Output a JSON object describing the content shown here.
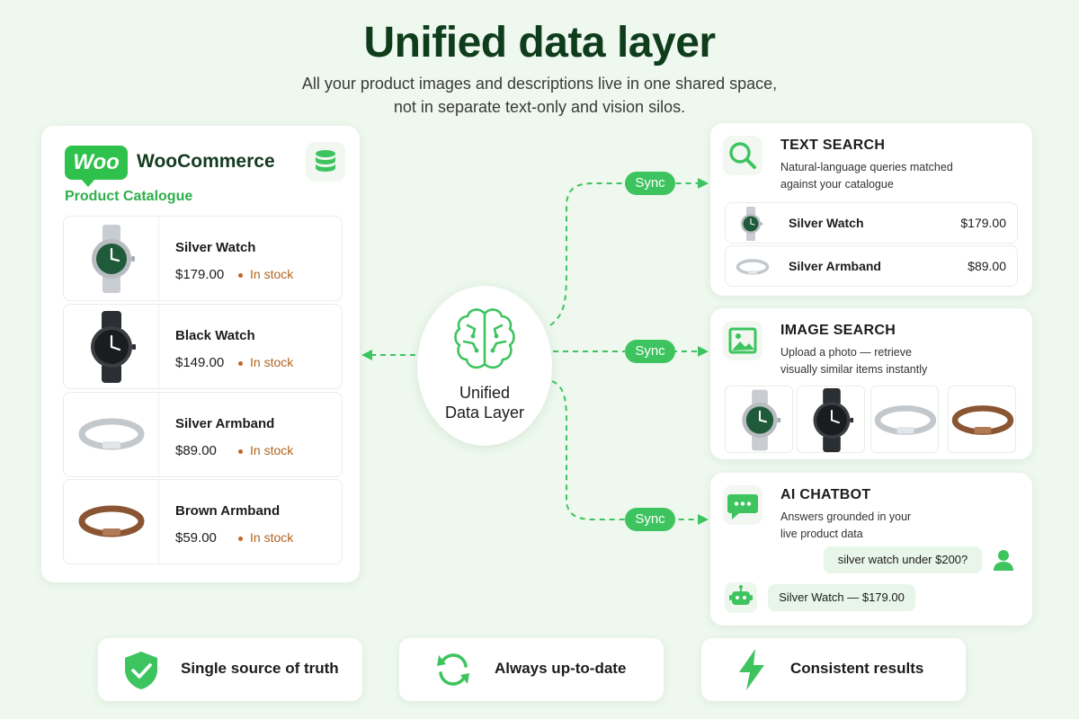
{
  "header": {
    "title": "Unified data layer",
    "subtitle_line1": "All your product images and descriptions live in one shared space,",
    "subtitle_line2": "not in separate text-only and vision silos."
  },
  "catalog": {
    "logo_text": "Woo",
    "brand": "WooCommerce",
    "section_label": "Product Catalogue",
    "products": [
      {
        "name": "Silver Watch",
        "price": "$179.00",
        "stock": "In stock",
        "image_icon": "silver-watch-icon"
      },
      {
        "name": "Black Watch",
        "price": "$149.00",
        "stock": "In stock",
        "image_icon": "black-watch-icon"
      },
      {
        "name": "Silver Armband",
        "price": "$89.00",
        "stock": "In stock",
        "image_icon": "silver-armband-icon"
      },
      {
        "name": "Brown Armband",
        "price": "$59.00",
        "stock": "In stock",
        "image_icon": "brown-armband-icon"
      }
    ]
  },
  "hub": {
    "line1": "Unified",
    "line2": "Data Layer",
    "icon": "brain-icon"
  },
  "sync_label": "Sync",
  "text_search": {
    "title": "TEXT SEARCH",
    "desc_line1": "Natural-language queries matched",
    "desc_line2": "against your catalogue",
    "results": [
      {
        "name": "Silver Watch",
        "price": "$179.00"
      },
      {
        "name": "Silver Armband",
        "price": "$89.00"
      }
    ]
  },
  "image_search": {
    "title": "IMAGE SEARCH",
    "desc_line1": "Upload a photo — retrieve",
    "desc_line2": "visually similar items instantly"
  },
  "chatbot": {
    "title": "AI CHATBOT",
    "desc_line1": "Answers grounded in your",
    "desc_line2": "live product data",
    "user_message": "silver watch under $200?",
    "bot_message": "Silver Watch — $179.00"
  },
  "benefits": [
    {
      "label": "Single source of truth",
      "icon": "shield-check-icon"
    },
    {
      "label": "Always up-to-date",
      "icon": "refresh-icon"
    },
    {
      "label": "Consistent results",
      "icon": "lightning-icon"
    }
  ],
  "colors": {
    "accent_green": "#3ec45f",
    "title_green": "#0f3d1c",
    "stock_orange": "#b1631d",
    "background": "#eef8ee"
  }
}
